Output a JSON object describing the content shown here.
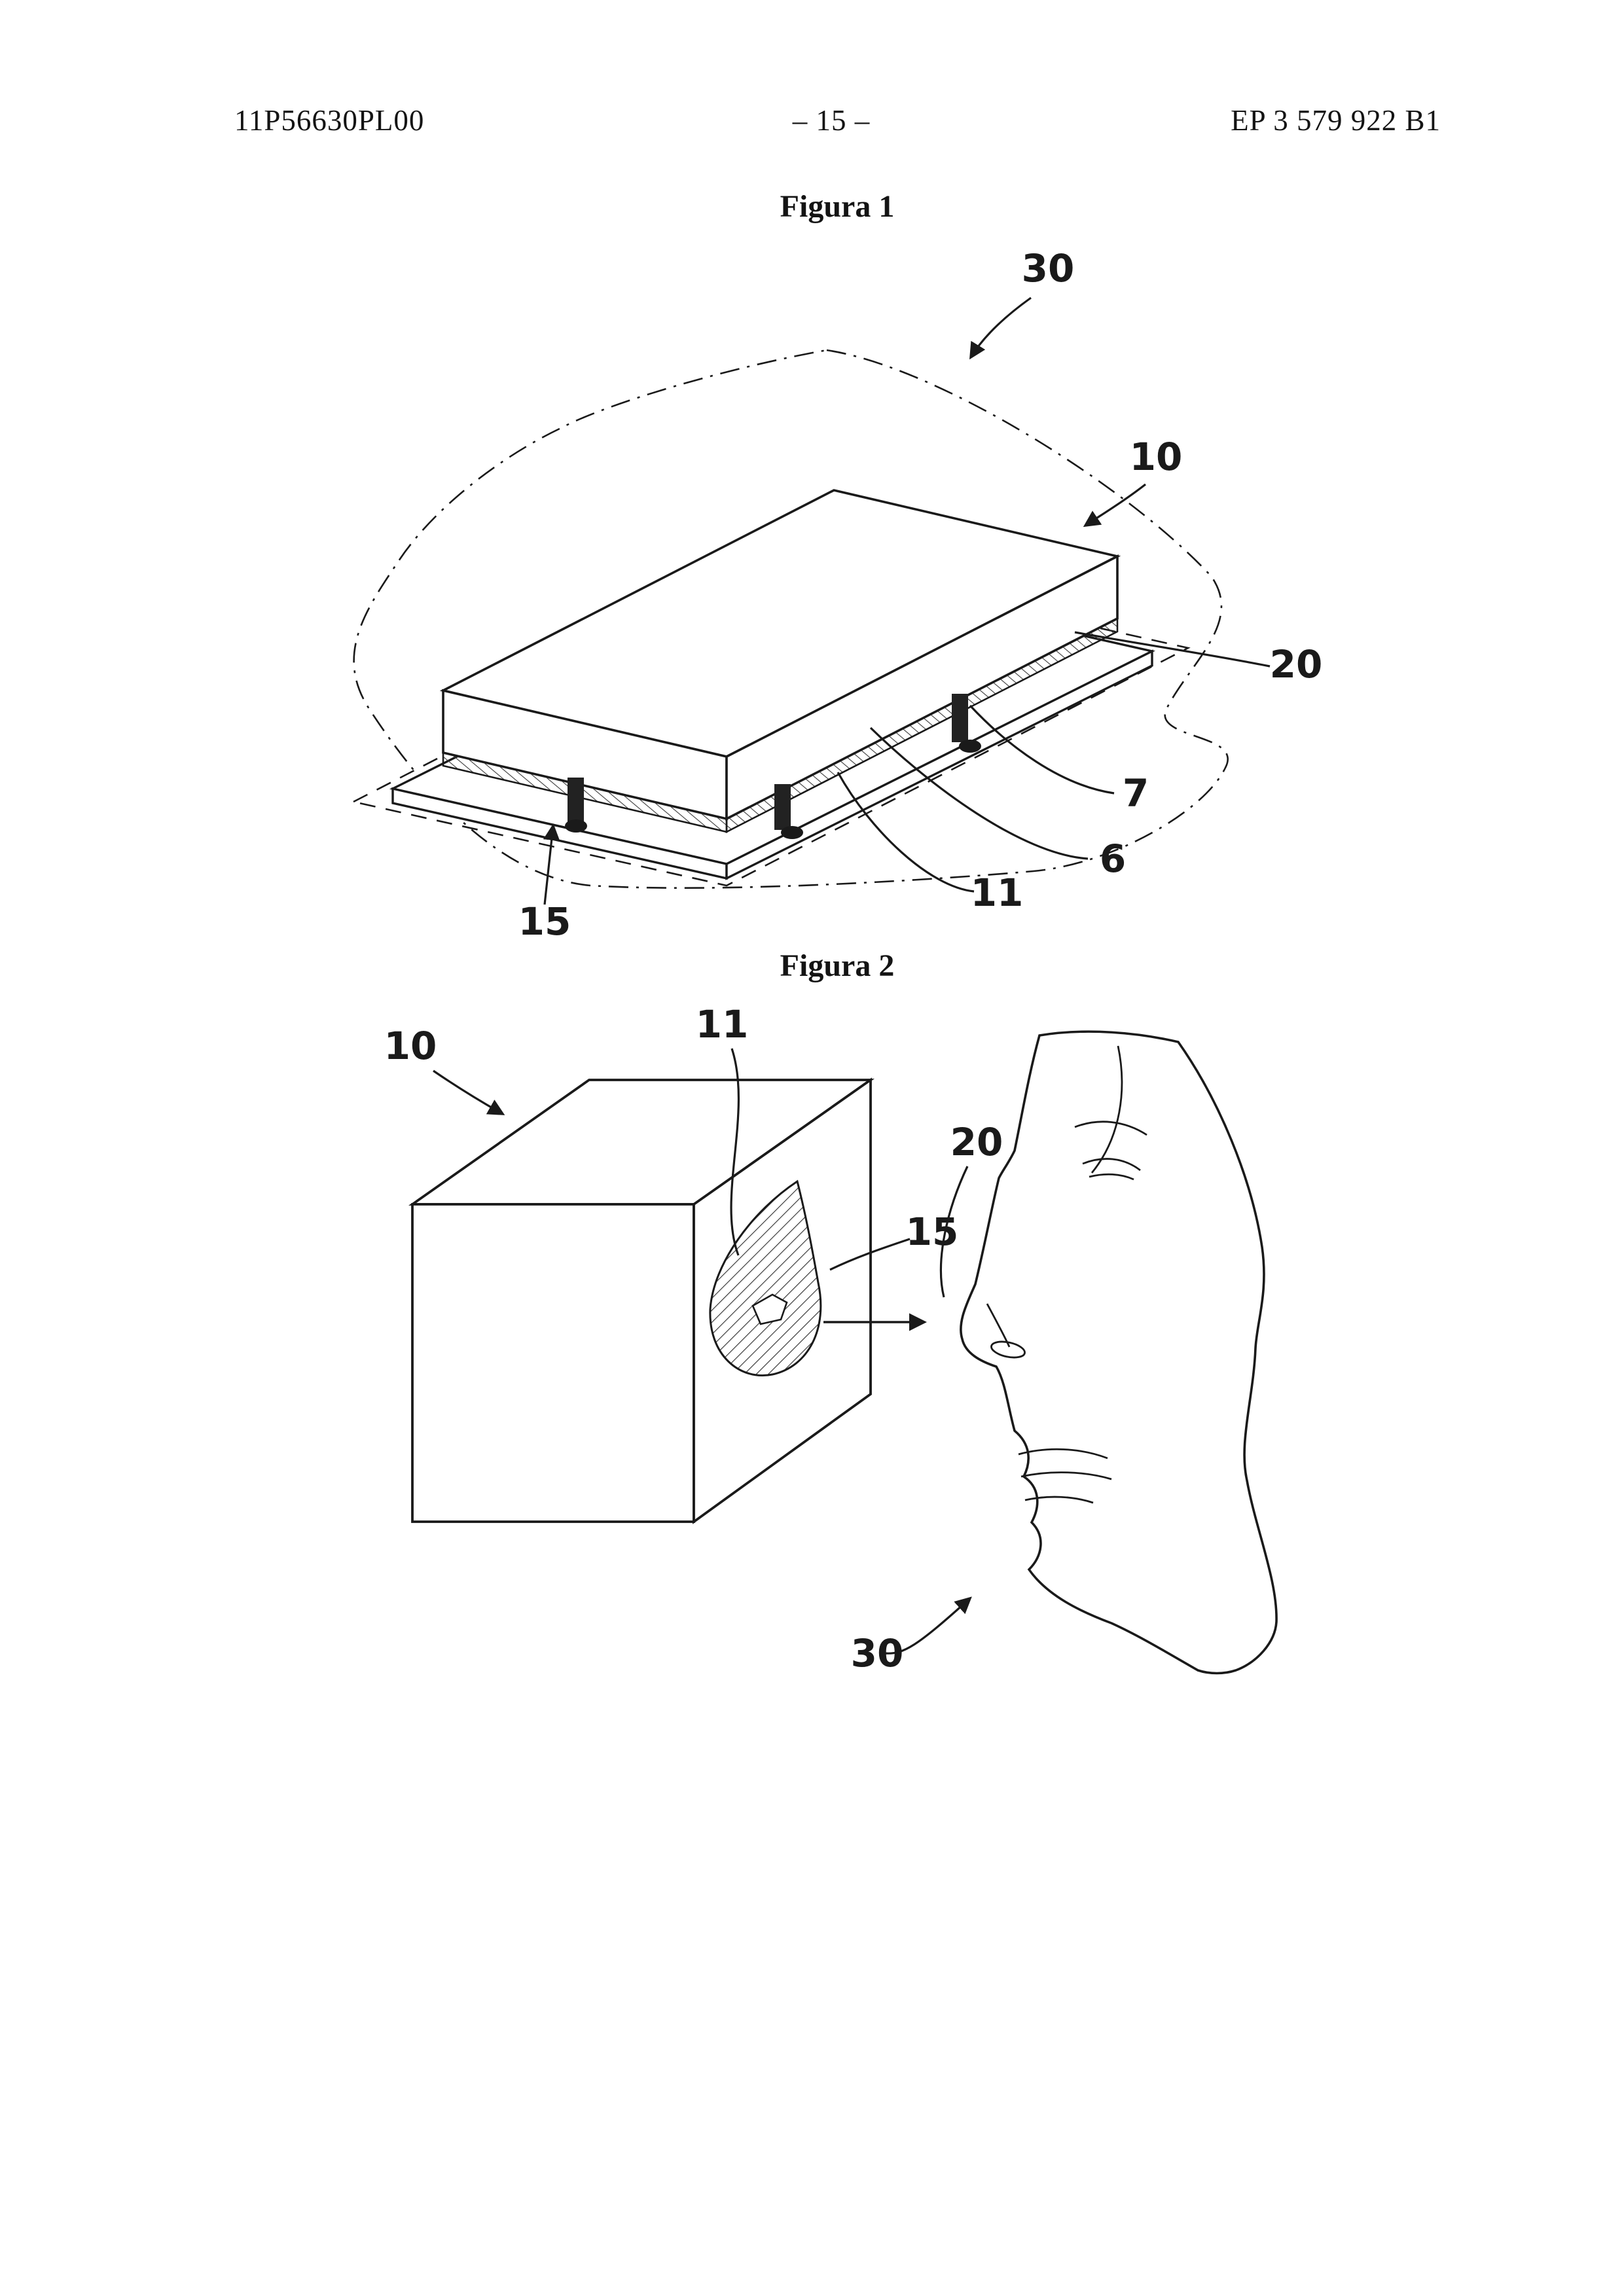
{
  "header": {
    "left": "11P56630PL00",
    "center": "– 15 –",
    "right": "EP 3 579 922 B1"
  },
  "figure1": {
    "title": "Figura 1",
    "labels": {
      "n30": "30",
      "n10": "10",
      "n20": "20",
      "n7": "7",
      "n6": "6",
      "n11": "11",
      "n15": "15"
    }
  },
  "figure2": {
    "title": "Figura 2",
    "labels": {
      "n10": "10",
      "n11": "11",
      "n20": "20",
      "n15": "15",
      "n30": "30"
    }
  },
  "colors": {
    "ink": "#1a1a1a",
    "paper": "#ffffff"
  }
}
